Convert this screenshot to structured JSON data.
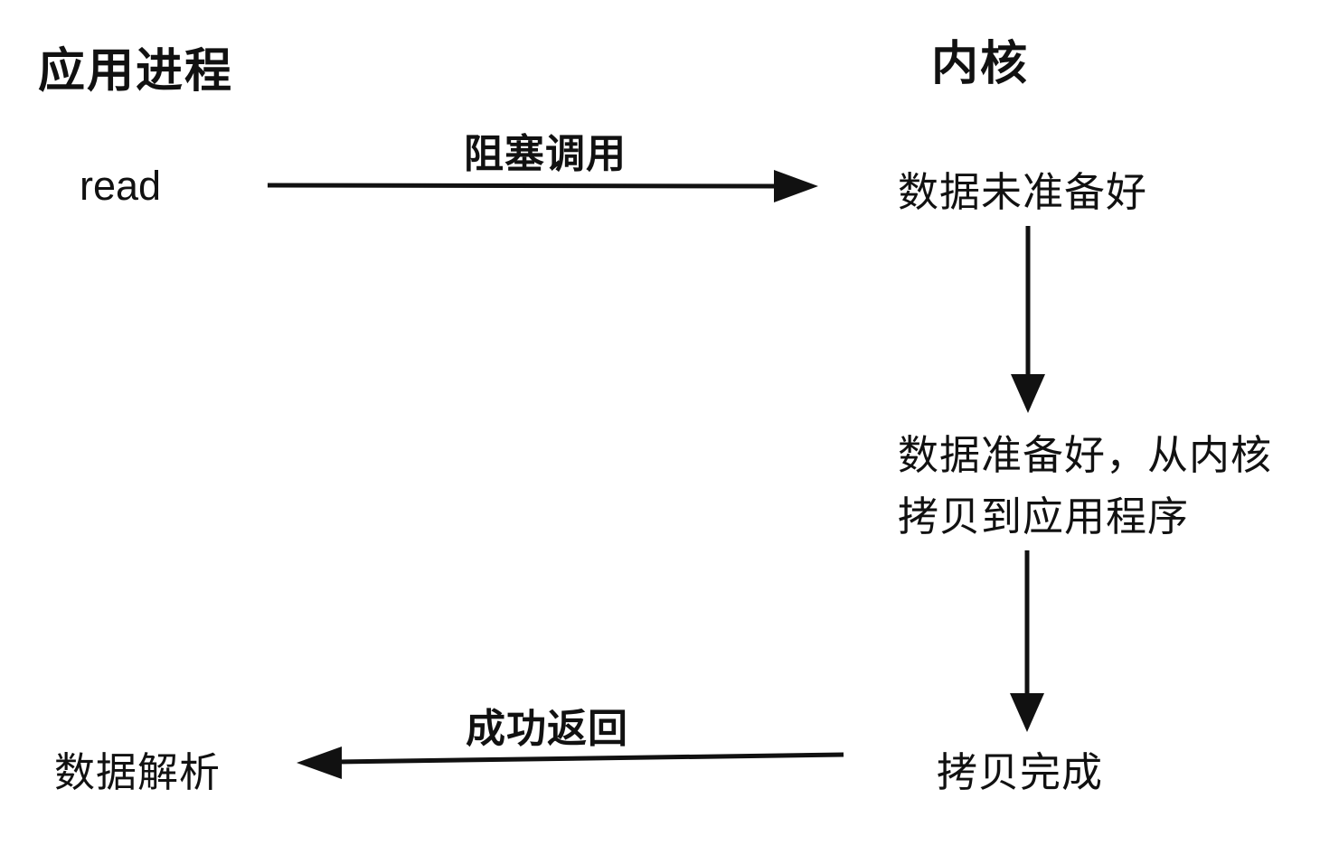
{
  "diagram": {
    "left_column": {
      "title": "应用进程",
      "read_label": "read",
      "parse_label": "数据解析"
    },
    "right_column": {
      "title": "内核",
      "not_ready_label": "数据未准备好",
      "ready_copy_line1": "数据准备好，从内核",
      "ready_copy_line2": "拷贝到应用程序",
      "copy_done_label": "拷贝完成"
    },
    "arrows": {
      "blocking_call_label": "阻塞调用",
      "success_return_label": "成功返回",
      "wait_arrow": "kernel-waiting-down-arrow",
      "copy_arrow": "kernel-copy-down-arrow"
    },
    "colors": {
      "ink": "#111111",
      "background": "#ffffff"
    }
  }
}
